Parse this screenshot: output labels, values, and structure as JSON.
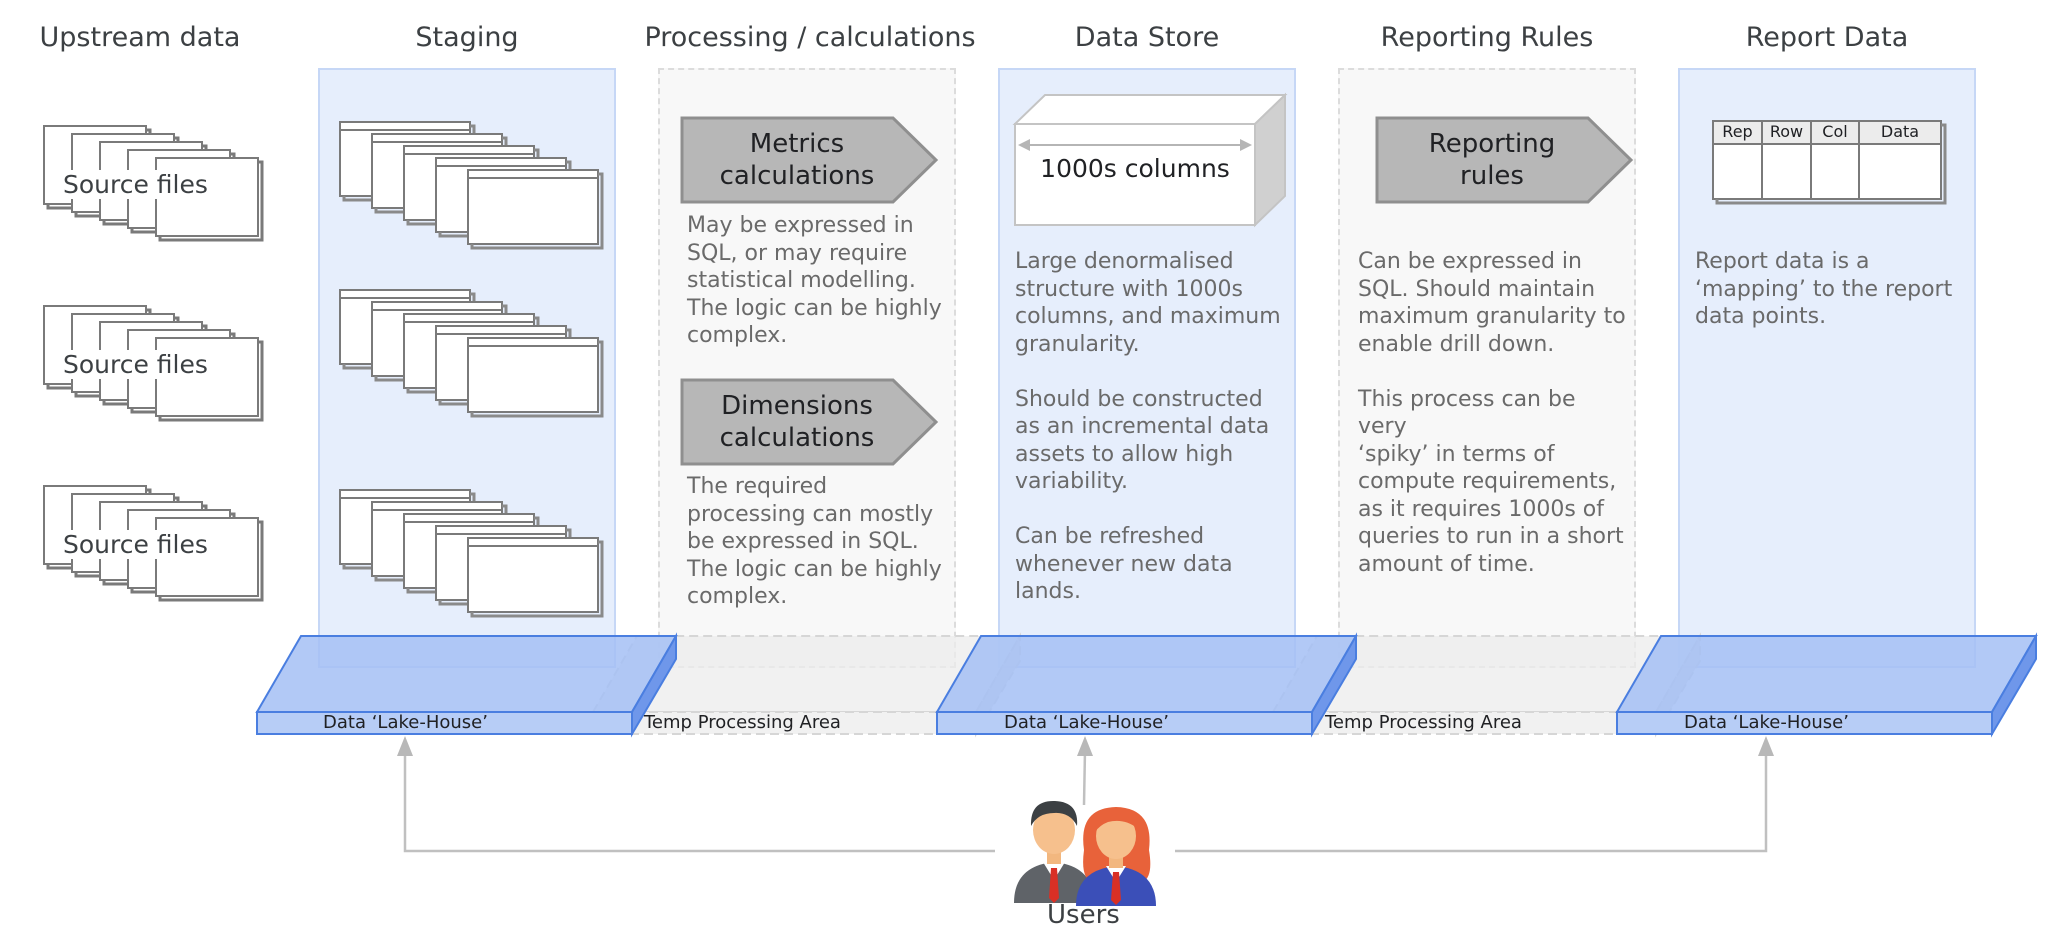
{
  "columns": [
    {
      "title": "Upstream data"
    },
    {
      "title": "Staging"
    },
    {
      "title": "Processing / calculations"
    },
    {
      "title": "Data Store"
    },
    {
      "title": "Reporting Rules"
    },
    {
      "title": "Report Data"
    }
  ],
  "upstream": {
    "source_label": "Source files"
  },
  "processing": {
    "metrics_tag": "Metrics\ncalculations",
    "metrics_desc": "May be expressed in\nSQL, or may require\nstatistical modelling.\nThe logic can be highly\ncomplex.",
    "dimensions_tag": "Dimensions\ncalculations",
    "dimensions_desc": "The required\nprocessing can mostly\nbe expressed in SQL.\nThe logic can be highly\ncomplex."
  },
  "datastore": {
    "cube_label": "1000s columns",
    "desc": "Large denormalised\nstructure with 1000s\ncolumns, and maximum\ngranularity.\n\nShould be constructed\nas an incremental data\nassets to allow high\nvariability.\n\nCan be refreshed\nwhenever new data\nlands."
  },
  "reporting": {
    "tag": "Reporting\nrules",
    "desc": "Can be expressed in\nSQL. Should maintain\nmaximum granularity to\nenable drill down.\n\nThis process can be very\n‘spiky’ in terms of\ncompute requirements,\nas it requires 1000s of\nqueries to run in a short\namount of time."
  },
  "report": {
    "table_headers": [
      "Rep",
      "Row",
      "Col",
      "Data"
    ],
    "desc": "Report data is a\n‘mapping’ to the report\ndata points."
  },
  "bases": {
    "lakehouse_label": "Data ‘Lake-House’",
    "temp_label": "Temp Processing Area"
  },
  "users": {
    "label": "Users"
  },
  "colors": {
    "blue_panel": "#e6eefc",
    "lakehouse_fill": "#a4c0f4",
    "lakehouse_edge": "#4a7ee0",
    "tag_fill": "#b7b7b7",
    "temp_fill": "#ececec"
  }
}
